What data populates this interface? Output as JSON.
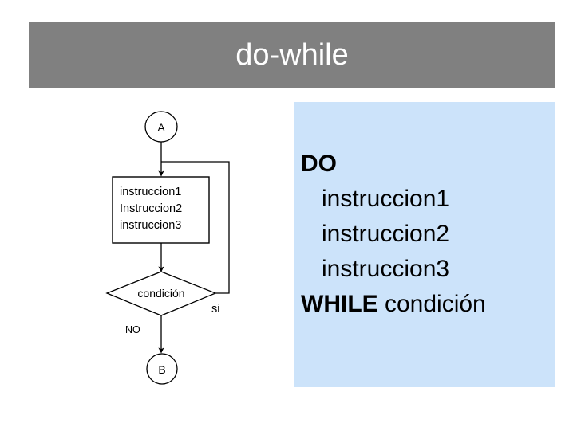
{
  "slide": {
    "title": "do-while",
    "title_bar_color": "#808080",
    "title_text_color": "#ffffff",
    "background_color": "#ffffff"
  },
  "flowchart": {
    "start_node_label": "A",
    "end_node_label": "B",
    "process_lines": [
      "instruccion1",
      "Instruccion2",
      "instruccion3"
    ],
    "decision_label": "condición",
    "branch_true_label": "si",
    "branch_false_label": "NO",
    "stroke_color": "#000000",
    "fill_color": "#ffffff"
  },
  "code_panel": {
    "background_color": "#cce3fa",
    "lines": [
      {
        "text": "DO",
        "style": "keyword"
      },
      {
        "text": "instruccion1",
        "style": "indented"
      },
      {
        "text": "instruccion2",
        "style": "indented"
      },
      {
        "text": "instruccion3",
        "style": "indented"
      },
      {
        "keyword": "WHILE",
        "rest": " condición",
        "style": "mixed"
      }
    ]
  }
}
